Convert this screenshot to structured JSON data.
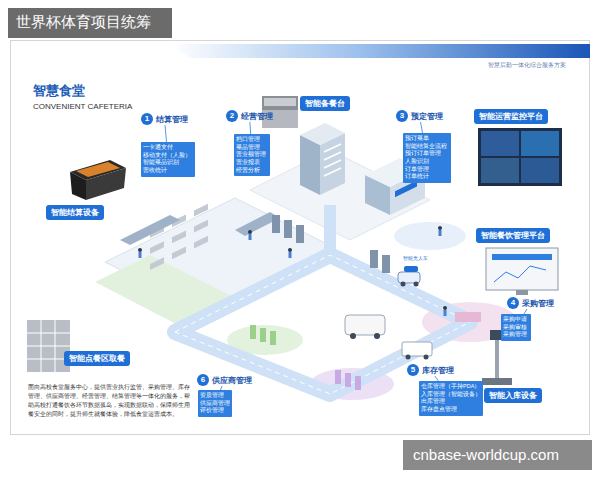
{
  "diagram": {
    "title": "智慧食堂",
    "caption": "面向高校食堂服务中心，提供营业执行监管、采购管理、库存管理、供应商管理、经营管理、结算管理等一体化的服务，帮助高校打通餐饮各环节数据孤岛，实现数据联动，保障师生用餐安全的同时，提升师生就餐体验，降低食堂运营成本。",
    "nodes": [
      {
        "text": [
          "1",
          "结算管理"
        ]
      },
      {
        "text": [
          "一卡通支付 移动支付（人脸） 智能菜品识别 营收统计"
        ]
      },
      {
        "text": [
          "2",
          "经营管理"
        ]
      },
      {
        "text": [
          "档口管理 菜品管理 营业额管理 营业报表 经营分析"
        ]
      },
      {
        "text": [
          "智能备餐台"
        ]
      },
      {
        "text": [
          "3",
          "预定管理"
        ]
      },
      {
        "text": [
          "预订菜单 智能结算全流程 预订订单管理 人脸识别 订单管理 订单统计"
        ]
      },
      {
        "text": [
          "智能运营监控平台"
        ]
      },
      {
        "text": [
          "智能结算设备"
        ]
      },
      {
        "text": [
          "智能餐饮管理平台"
        ]
      },
      {
        "text": [
          "4",
          "采购管理"
        ]
      },
      {
        "text": [
          "采购申请 采购审核 采购管理"
        ]
      },
      {
        "text": [
          "智能点餐区取餐"
        ]
      },
      {
        "text": [
          "5",
          "库存管理"
        ]
      },
      {
        "text": [
          "仓库管理（手持PDA） 入库管理（智能设备） 出库管理 库存盘点管理"
        ]
      },
      {
        "text": [
          "6",
          "供应商管理"
        ]
      },
      {
        "text": [
          "资质管理 供应商管理 评价管理"
        ]
      },
      {
        "text": [
          "智能入库设备"
        ]
      }
    ],
    "edges": [
      {
        "from": 0,
        "to": 1,
        "arrow": "none"
      },
      {
        "from": 2,
        "to": 3,
        "arrow": "none"
      },
      {
        "from": 5,
        "to": 6,
        "arrow": "none"
      },
      {
        "from": 10,
        "to": 11,
        "arrow": "none"
      },
      {
        "from": 13,
        "to": 14,
        "arrow": "none"
      },
      {
        "from": 15,
        "to": 16,
        "arrow": "none"
      }
    ],
    "labels": [
      "世界杯体育项目统筹",
      "智慧后勤一体化综合服务方案",
      "CONVENIENT CAFETERIA",
      "智能无人车",
      "cnbase-worldcup.com"
    ]
  }
}
